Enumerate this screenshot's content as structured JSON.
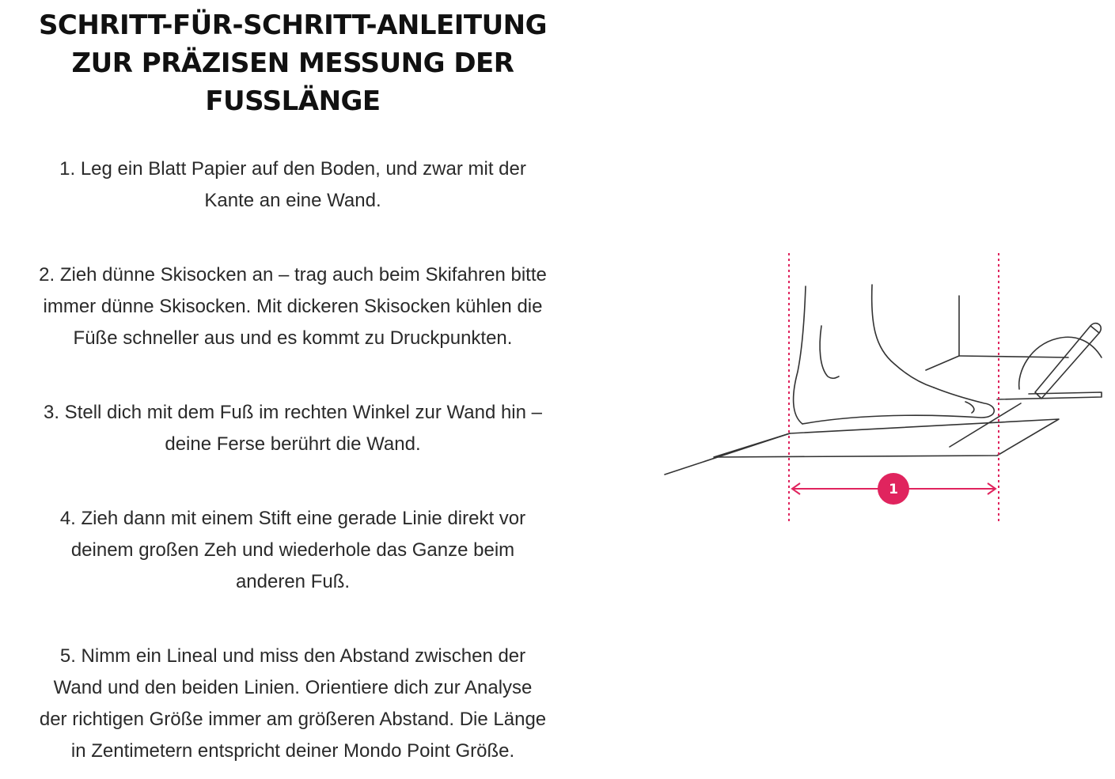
{
  "title": {
    "lines": [
      "SCHRITT-FÜR-SCHRITT-ANLEITUNG",
      "ZUR PRÄZISEN MESSUNG DER",
      "FUSSLÄNGE"
    ]
  },
  "steps": [
    {
      "lines": [
        "1. Leg ein Blatt Papier auf den Boden, und zwar mit der",
        "Kante an eine Wand."
      ]
    },
    {
      "lines": [
        "2. Zieh dünne Skisocken an – trag auch beim Skifahren bitte",
        "immer dünne Skisocken. Mit dickeren Skisocken kühlen die",
        "Füße schneller aus und es kommt zu Druckpunkten."
      ]
    },
    {
      "lines": [
        "3. Stell dich mit dem Fuß im rechten Winkel zur Wand hin –",
        "deine Ferse berührt die Wand."
      ]
    },
    {
      "lines": [
        "4. Zieh dann mit einem Stift eine gerade Linie direkt vor",
        "deinem großen Zeh und wiederhole das Ganze beim",
        "anderen Fuß."
      ]
    },
    {
      "lines": [
        "5. Nimm ein Lineal und miss den Abstand zwischen der",
        "Wand und den beiden Linien. Orientiere dich zur Analyse",
        "der richtigen Größe immer am größeren Abstand. Die Länge",
        "in Zentimetern entspricht deiner Mondo Point Größe."
      ]
    }
  ],
  "illustration": {
    "badge_label": "1",
    "accent_color": "#e0245e",
    "line_color": "#333333"
  }
}
